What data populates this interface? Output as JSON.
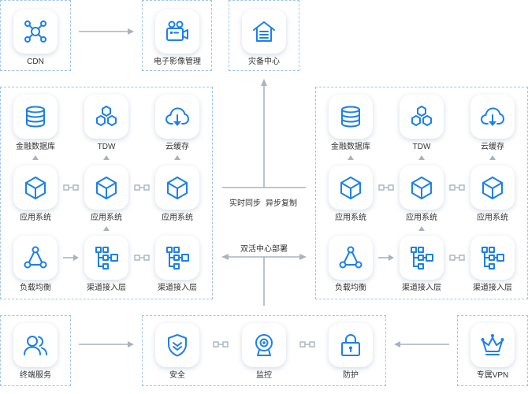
{
  "top": {
    "cdn": "CDN",
    "imaging": "电子影像管理",
    "backup": "灾备中心"
  },
  "left": {
    "db": "金融数据库",
    "tdw": "TDW",
    "cache": "云缓存",
    "app1": "应用系统",
    "app2": "应用系统",
    "app3": "应用系统",
    "lb": "负载均衡",
    "ch1": "渠道接入层",
    "ch2": "渠道接入层"
  },
  "right": {
    "db": "金融数据库",
    "tdw": "TDW",
    "cache": "云缓存",
    "app1": "应用系统",
    "app2": "应用系统",
    "app3": "应用系统",
    "lb": "负载均衡",
    "ch1": "渠道接入层",
    "ch2": "渠道接入层"
  },
  "center": {
    "sync": "实时同步",
    "async": "异步复制",
    "active_active": "双活中心部署"
  },
  "bottom": {
    "terminal": "终端服务",
    "security": "安全",
    "monitor": "监控",
    "protect": "防护",
    "vpn": "专属VPN"
  },
  "colors": {
    "accent": "#1b7ff0",
    "border": "#9ec3ef",
    "connector": "#a9b3bf"
  }
}
